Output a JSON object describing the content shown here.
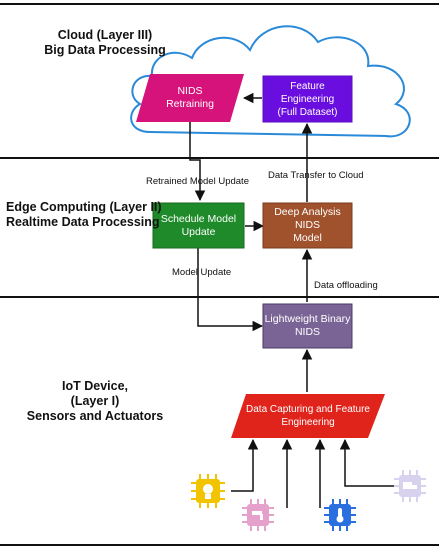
{
  "layers": {
    "cloud": {
      "line1": "Cloud (Layer III)",
      "line2": "Big Data Processing"
    },
    "edge": {
      "line1": "Edge Computing (Layer II)",
      "line2": "Realtime Data Processing"
    },
    "iot": {
      "line1": "IoT Device,",
      "line2": "(Layer I)",
      "line3": "Sensors and Actuators"
    }
  },
  "nodes": {
    "nids_retraining": {
      "line1": "NIDS",
      "line2": "Retraining",
      "color": "#d6137a"
    },
    "feature_engineering_full": {
      "line1": "Feature Engineering",
      "line2": "(Full Dataset)",
      "color": "#6a0ee0"
    },
    "schedule_model_update": {
      "line1": "Schedule Model",
      "line2": "Update",
      "color": "#1f8a2a"
    },
    "deep_analysis_nids": {
      "line1": "Deep Analysis NIDS",
      "line2": "Model",
      "color": "#a0522d"
    },
    "lightweight_binary_nids": {
      "line1": "Lightweight Binary",
      "line2": "NIDS",
      "color": "#7a6496"
    },
    "data_capturing": {
      "line1": "Data Capturing and Feature",
      "line2": "Engineering",
      "color": "#e0241c"
    }
  },
  "edges": {
    "retrained_model_update": "Retrained Model Update",
    "data_transfer_to_cloud": "Data Transfer to Cloud",
    "model_update": "Model Update",
    "data_offloading": "Data offloading"
  },
  "devices": [
    {
      "icon": "lightbulb-chip-icon",
      "color": "#f2c400"
    },
    {
      "icon": "tap-chip-icon",
      "color": "#e6a0cc"
    },
    {
      "icon": "thermometer-chip-icon",
      "color": "#2a6fe0"
    },
    {
      "icon": "truck-chip-icon",
      "color": "#d8d2ee"
    }
  ]
}
